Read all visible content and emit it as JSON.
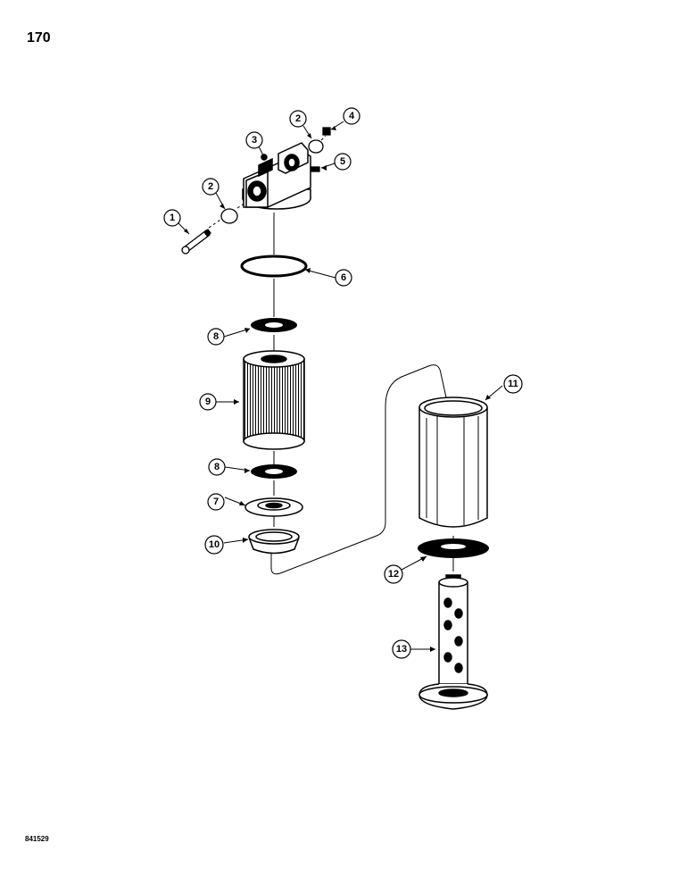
{
  "page_number": "170",
  "drawing_code": "841529",
  "callouts": [
    {
      "id": "c1",
      "label": "1"
    },
    {
      "id": "c2a",
      "label": "2"
    },
    {
      "id": "c2b",
      "label": "2"
    },
    {
      "id": "c3",
      "label": "3"
    },
    {
      "id": "c4",
      "label": "4"
    },
    {
      "id": "c5",
      "label": "5"
    },
    {
      "id": "c6",
      "label": "6"
    },
    {
      "id": "c7",
      "label": "7"
    },
    {
      "id": "c8a",
      "label": "8"
    },
    {
      "id": "c8b",
      "label": "8"
    },
    {
      "id": "c9",
      "label": "9"
    },
    {
      "id": "c10",
      "label": "10"
    },
    {
      "id": "c11",
      "label": "11"
    },
    {
      "id": "c12",
      "label": "12"
    },
    {
      "id": "c13",
      "label": "13"
    }
  ]
}
